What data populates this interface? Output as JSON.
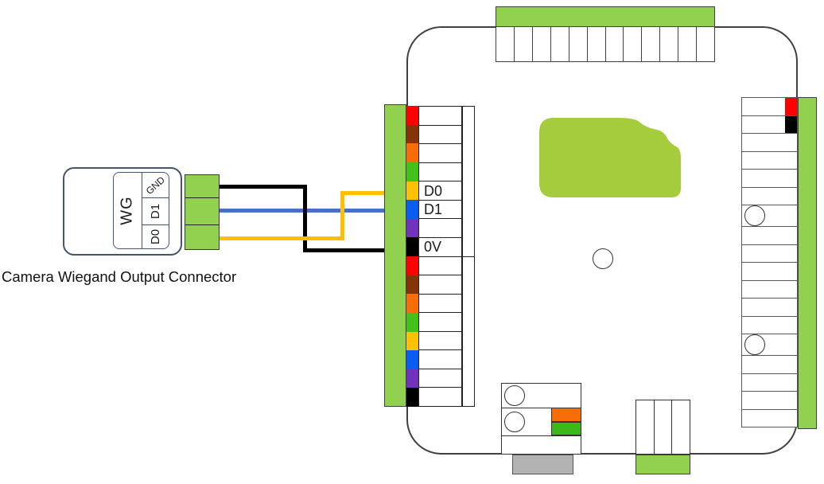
{
  "camera_connector": {
    "caption": "Camera Wiegand Output Connector",
    "module_label": "WG",
    "pin_labels": [
      "GND",
      "D1",
      "D0"
    ]
  },
  "wires": [
    {
      "name": "gnd-wire",
      "color": "#000000"
    },
    {
      "name": "d1-wire",
      "color": "#4472C4"
    },
    {
      "name": "d0-wire",
      "color": "#FFC000"
    }
  ],
  "board": {
    "left_terminal": {
      "cell_colors": [
        "#FF0000",
        "#833508",
        "#F76E08",
        "#43C119",
        "#FFC000",
        "#0B5CF0",
        "#7133BB",
        "#000000",
        "#FF0000",
        "#833508",
        "#F76E08",
        "#43C119",
        "#FFC000",
        "#0B5CF0",
        "#7133BB",
        "#000000"
      ],
      "row_labels": {
        "4": "D0",
        "5": "D1",
        "7": "0V"
      }
    },
    "right_terminal": {
      "row_count": 18,
      "marked_rows": [
        {
          "index": 0,
          "color": "#FF0000"
        },
        {
          "index": 1,
          "color": "#000000"
        }
      ],
      "hole_rows": [
        6,
        13
      ]
    },
    "top_connector": {
      "cell_count": 12
    },
    "bottom_connector": {
      "column_count": 3
    }
  },
  "colors": {
    "strip_green": "#92D050",
    "chip_green": "#A4CC3C",
    "orange_block": "#F76E08",
    "green_block": "#3CB81C",
    "gray_pad": "#B3B3B3",
    "board_line": "#404040",
    "connector_line": "#44546A"
  }
}
